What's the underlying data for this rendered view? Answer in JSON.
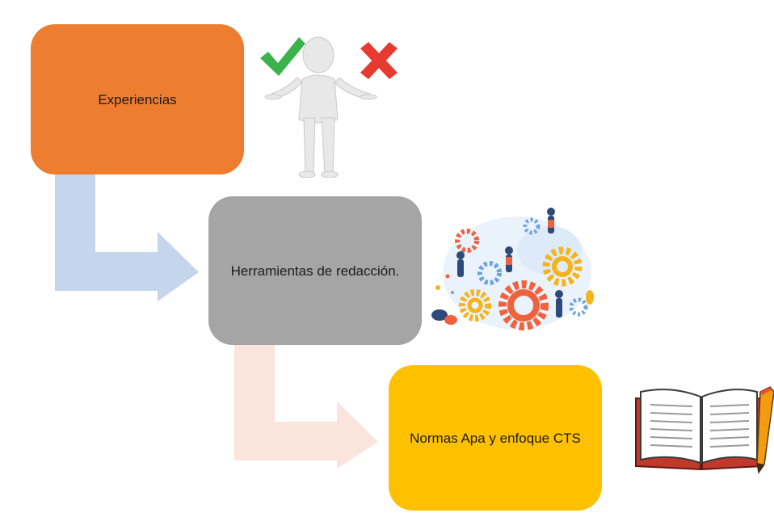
{
  "steps": [
    {
      "label": "Experiencias",
      "color": "#ED7D31"
    },
    {
      "label": "Herramientas de redacción.",
      "color": "#A5A5A5"
    },
    {
      "label": "Normas Apa y enfoque CTS",
      "color": "#FFC000"
    }
  ],
  "arrows": [
    {
      "color": "#C5D5EB"
    },
    {
      "color": "#FBE4DC"
    }
  ],
  "icons": [
    "person-choice-icon",
    "teamwork-gears-icon",
    "book-pencil-icon"
  ]
}
